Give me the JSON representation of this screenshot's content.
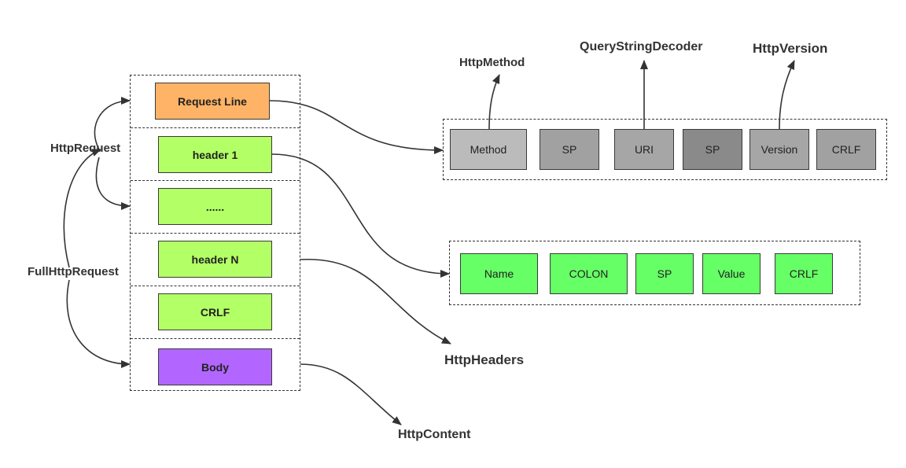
{
  "request_stack": {
    "request_line": "Request Line",
    "header1": "header 1",
    "ellipsis": "......",
    "headern": "header N",
    "crlf": "CRLF",
    "body": "Body"
  },
  "request_line_fields": {
    "method": "Method",
    "sp1": "SP",
    "uri": "URI",
    "sp2": "SP",
    "version": "Version",
    "crlf": "CRLF"
  },
  "header_fields": {
    "name": "Name",
    "colon": "COLON",
    "sp": "SP",
    "value": "Value",
    "crlf": "CRLF"
  },
  "labels": {
    "http_request": "HttpRequest",
    "full_http_request": "FullHttpRequest",
    "http_method": "HttpMethod",
    "query_string_decoder": "QueryStringDecoder",
    "http_version": "HttpVersion",
    "http_headers": "HttpHeaders",
    "http_content": "HttpContent"
  },
  "colors": {
    "request_line": "#ffb366",
    "header": "#b3ff66",
    "body": "#b266ff",
    "header_field": "#66ff66",
    "method": "#bbbbbb",
    "sp1": "#a1a1a1",
    "uri": "#a6a6a6",
    "sp2": "#8a8a8a",
    "version": "#a6a6a6",
    "crlf_gray": "#a1a1a1"
  }
}
